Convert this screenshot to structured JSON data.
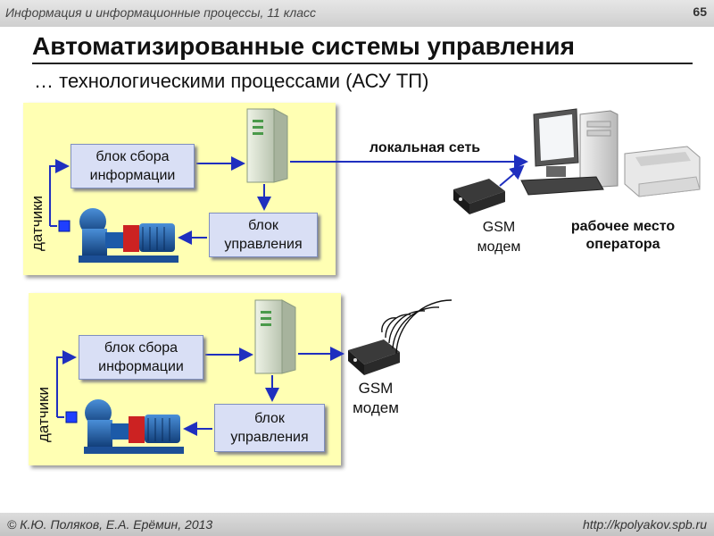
{
  "header": {
    "course": "Информация и информационные процессы, 11 класс",
    "page_number": "65"
  },
  "title": "Автоматизированные системы управления",
  "subtitle": "… технологическими процессами (АСУ ТП)",
  "top_diagram": {
    "sensors_label": "датчики",
    "collect_block": "блок сбора информации",
    "control_block": "блок управления",
    "network_label": "локальная сеть",
    "modem_label": "GSM модем",
    "workplace_label": "рабочее место оператора"
  },
  "bottom_diagram": {
    "sensors_label": "датчики",
    "collect_block": "блок сбора информации",
    "control_block": "блок управления",
    "modem_label": "GSM модем"
  },
  "colors": {
    "panel": "#ffffb3",
    "block": "#d9dff5",
    "arrow": "#1f2fbf",
    "sensor": "#1f3fff"
  },
  "footer": {
    "authors": "© К.Ю. Поляков, Е.А. Ерёмин, 2013",
    "url": "http://kpolyakov.spb.ru"
  }
}
